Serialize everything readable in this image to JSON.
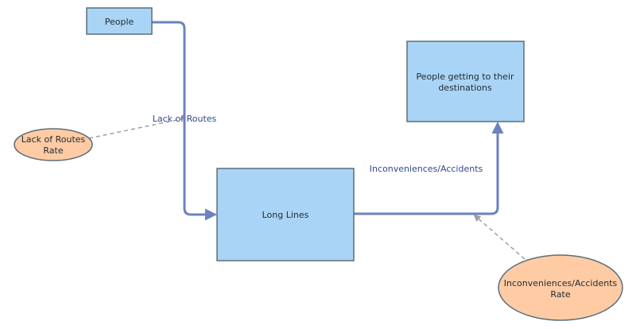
{
  "diagram": {
    "nodes": {
      "people": {
        "label": "People"
      },
      "destinations": {
        "label_line1": "People getting to their",
        "label_line2": "destinations"
      },
      "long_lines": {
        "label": "Long Lines"
      },
      "lack_routes_rate": {
        "label_line1": "Lack of Routes",
        "label_line2": "Rate"
      },
      "incon_rate": {
        "label_line1": "Inconveniences/Accidents",
        "label_line2": "Rate"
      }
    },
    "edges": {
      "lack_of_routes": {
        "label": "Lack of Routes"
      },
      "inconveniences": {
        "label": "Inconveniences/Accidents"
      }
    },
    "colors": {
      "box_fill": "#a9d4f5",
      "ellipse_fill": "#ffcba4",
      "flow_stroke": "#6c82bf",
      "dashed_stroke": "#9aa0a6"
    }
  }
}
